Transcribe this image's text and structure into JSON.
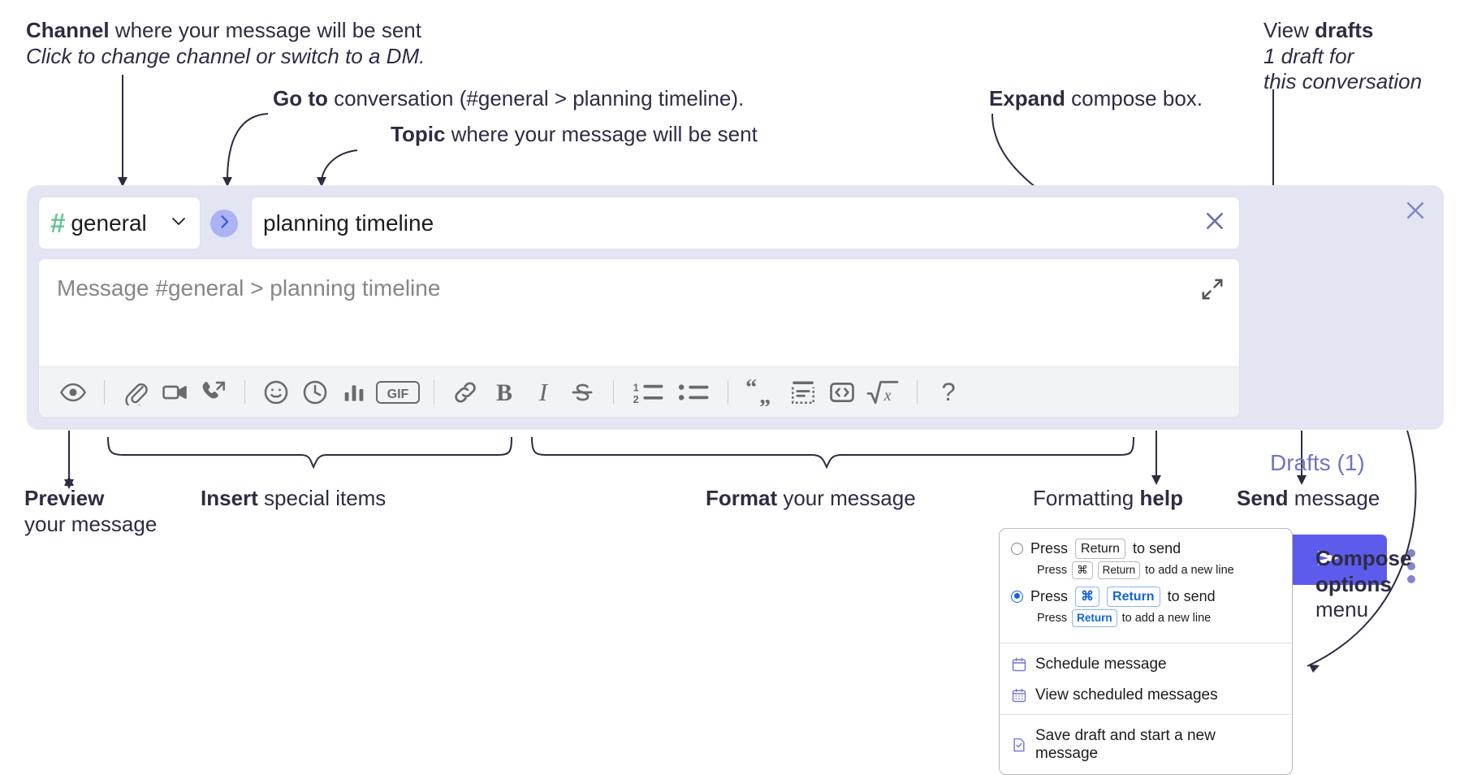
{
  "annotations": {
    "channel": {
      "line1_bold": "Channel",
      "line1_rest": " where your message will be sent",
      "line2_italic": "Click to change channel or switch to a DM."
    },
    "goto": {
      "bold": "Go to",
      "rest": " conversation (#general > planning timeline)."
    },
    "topic": {
      "bold": "Topic",
      "rest": " where your message will be sent"
    },
    "expand": {
      "bold": "Expand",
      "rest": " compose box."
    },
    "drafts": {
      "line1_rest": "View ",
      "line1_bold": "drafts",
      "line2_italic": "1 draft for",
      "line3_italic": "this conversation"
    },
    "preview": {
      "bold": "Preview",
      "line2": "your message"
    },
    "insert": {
      "bold": "Insert",
      "rest": " special items"
    },
    "format": {
      "bold": "Format",
      "rest": " your message"
    },
    "formatting_help": {
      "rest": "Formatting ",
      "bold": "help"
    },
    "send": {
      "bold": "Send",
      "rest": " message"
    },
    "compose_options": {
      "bold_line1": "Compose",
      "bold_line2": "options",
      "line3": "menu"
    }
  },
  "compose": {
    "channel": {
      "hash": "#",
      "name": "general",
      "chevron_icon": "chevron-down-icon"
    },
    "goto_icon": "chevron-right-icon",
    "topic": {
      "value": "planning timeline",
      "clear_icon": "close-icon"
    },
    "message": {
      "placeholder": "Message #general > planning timeline",
      "expand_icon": "expand-icon"
    },
    "toolbar": [
      {
        "name": "preview-icon",
        "title": "Preview"
      },
      {
        "sep": true
      },
      {
        "name": "attachment-icon",
        "title": "Attach file"
      },
      {
        "name": "video-icon",
        "title": "Video clip"
      },
      {
        "name": "audio-call-icon",
        "title": "Audio clip"
      },
      {
        "sep": true
      },
      {
        "name": "emoji-icon",
        "title": "Emoji"
      },
      {
        "name": "clock-icon",
        "title": "Reminder"
      },
      {
        "name": "poll-icon",
        "title": "Poll"
      },
      {
        "name": "gif-icon",
        "title": "GIF",
        "label": "GIF"
      },
      {
        "sep": true
      },
      {
        "name": "link-icon",
        "title": "Link"
      },
      {
        "name": "bold-icon",
        "title": "Bold",
        "label": "B"
      },
      {
        "name": "italic-icon",
        "title": "Italic",
        "label": "I"
      },
      {
        "name": "strikethrough-icon",
        "title": "Strikethrough",
        "label": "S"
      },
      {
        "sep": true
      },
      {
        "name": "ordered-list-icon",
        "title": "Ordered list"
      },
      {
        "name": "bulleted-list-icon",
        "title": "Bulleted list"
      },
      {
        "sep": true
      },
      {
        "name": "blockquote-icon",
        "title": "Blockquote"
      },
      {
        "name": "code-block-icon",
        "title": "Code block"
      },
      {
        "name": "inline-code-icon",
        "title": "Code"
      },
      {
        "name": "math-icon",
        "title": "Math"
      },
      {
        "sep": true
      },
      {
        "name": "help-icon",
        "title": "Formatting help",
        "label": "?"
      }
    ],
    "close_icon": "close-icon",
    "drafts_label": "Drafts (1)",
    "send_icon": "send-icon",
    "options_icon": "kebab-menu-icon"
  },
  "options_menu": {
    "send_options": [
      {
        "selected": false,
        "main_pre": "Press",
        "main_keys": [
          "Return"
        ],
        "main_post": "to send",
        "sub_pre": "Press",
        "sub_keys": [
          "⌘",
          "Return"
        ],
        "sub_post": "to add a new line"
      },
      {
        "selected": true,
        "main_pre": "Press",
        "main_keys": [
          "⌘",
          "Return"
        ],
        "main_post": "to send",
        "sub_pre": "Press",
        "sub_keys": [
          "Return"
        ],
        "sub_post": "to add a new line"
      }
    ],
    "items": [
      {
        "icon": "calendar-schedule-icon",
        "label": "Schedule message"
      },
      {
        "icon": "calendar-grid-icon",
        "label": "View scheduled messages"
      },
      {
        "icon": "save-draft-icon",
        "label": "Save draft and start a new message",
        "divider_before": true
      }
    ]
  },
  "colors": {
    "panel_bg": "#e3e5f3",
    "accent_purple": "#5d5bec",
    "hash_green": "#62c493",
    "drafts_text": "#6f74c4",
    "blue_key": "#1264e0"
  }
}
